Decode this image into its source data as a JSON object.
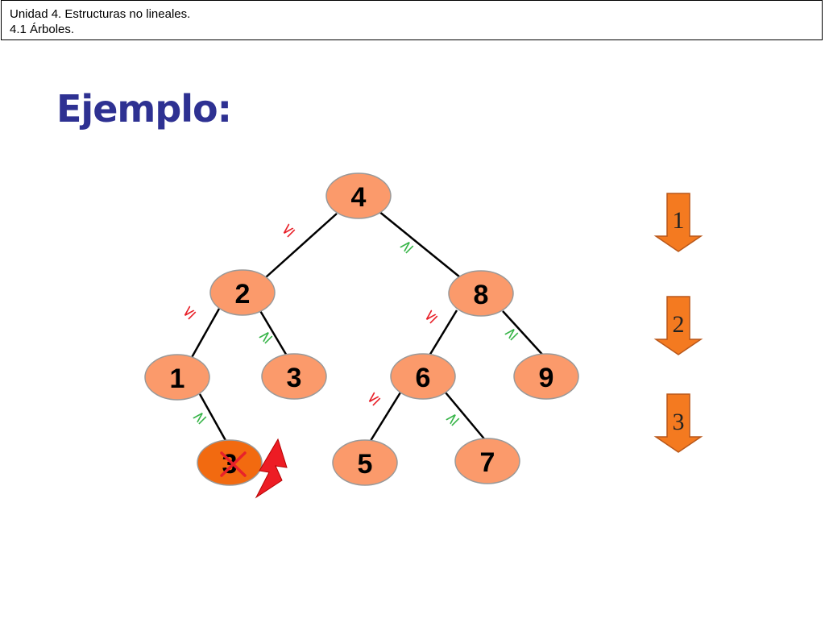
{
  "header": {
    "line1": "Unidad 4. Estructuras no lineales.",
    "line2": "4.1 Árboles."
  },
  "title": "Ejemplo:",
  "tree": {
    "nodes": [
      {
        "id": "n4",
        "label": "4"
      },
      {
        "id": "n2",
        "label": "2"
      },
      {
        "id": "n8",
        "label": "8"
      },
      {
        "id": "n1",
        "label": "1"
      },
      {
        "id": "n3",
        "label": "3"
      },
      {
        "id": "n6",
        "label": "6"
      },
      {
        "id": "n9",
        "label": "9"
      },
      {
        "id": "n3new",
        "label": "3",
        "inserted": true
      },
      {
        "id": "n5",
        "label": "5"
      },
      {
        "id": "n7",
        "label": "7"
      }
    ],
    "comparators": {
      "left": "≤",
      "right": "≥"
    }
  },
  "steps": [
    "1",
    "2",
    "3"
  ],
  "colors": {
    "node_fill": "#fb9a6b",
    "inserted_fill": "#f26a10",
    "left_cmp": "#e8222a",
    "right_cmp": "#39b54a",
    "step_arrow": "#f47a20",
    "title": "#2e3192",
    "cross": "#e8222a",
    "lightning": "#ed1c24"
  }
}
